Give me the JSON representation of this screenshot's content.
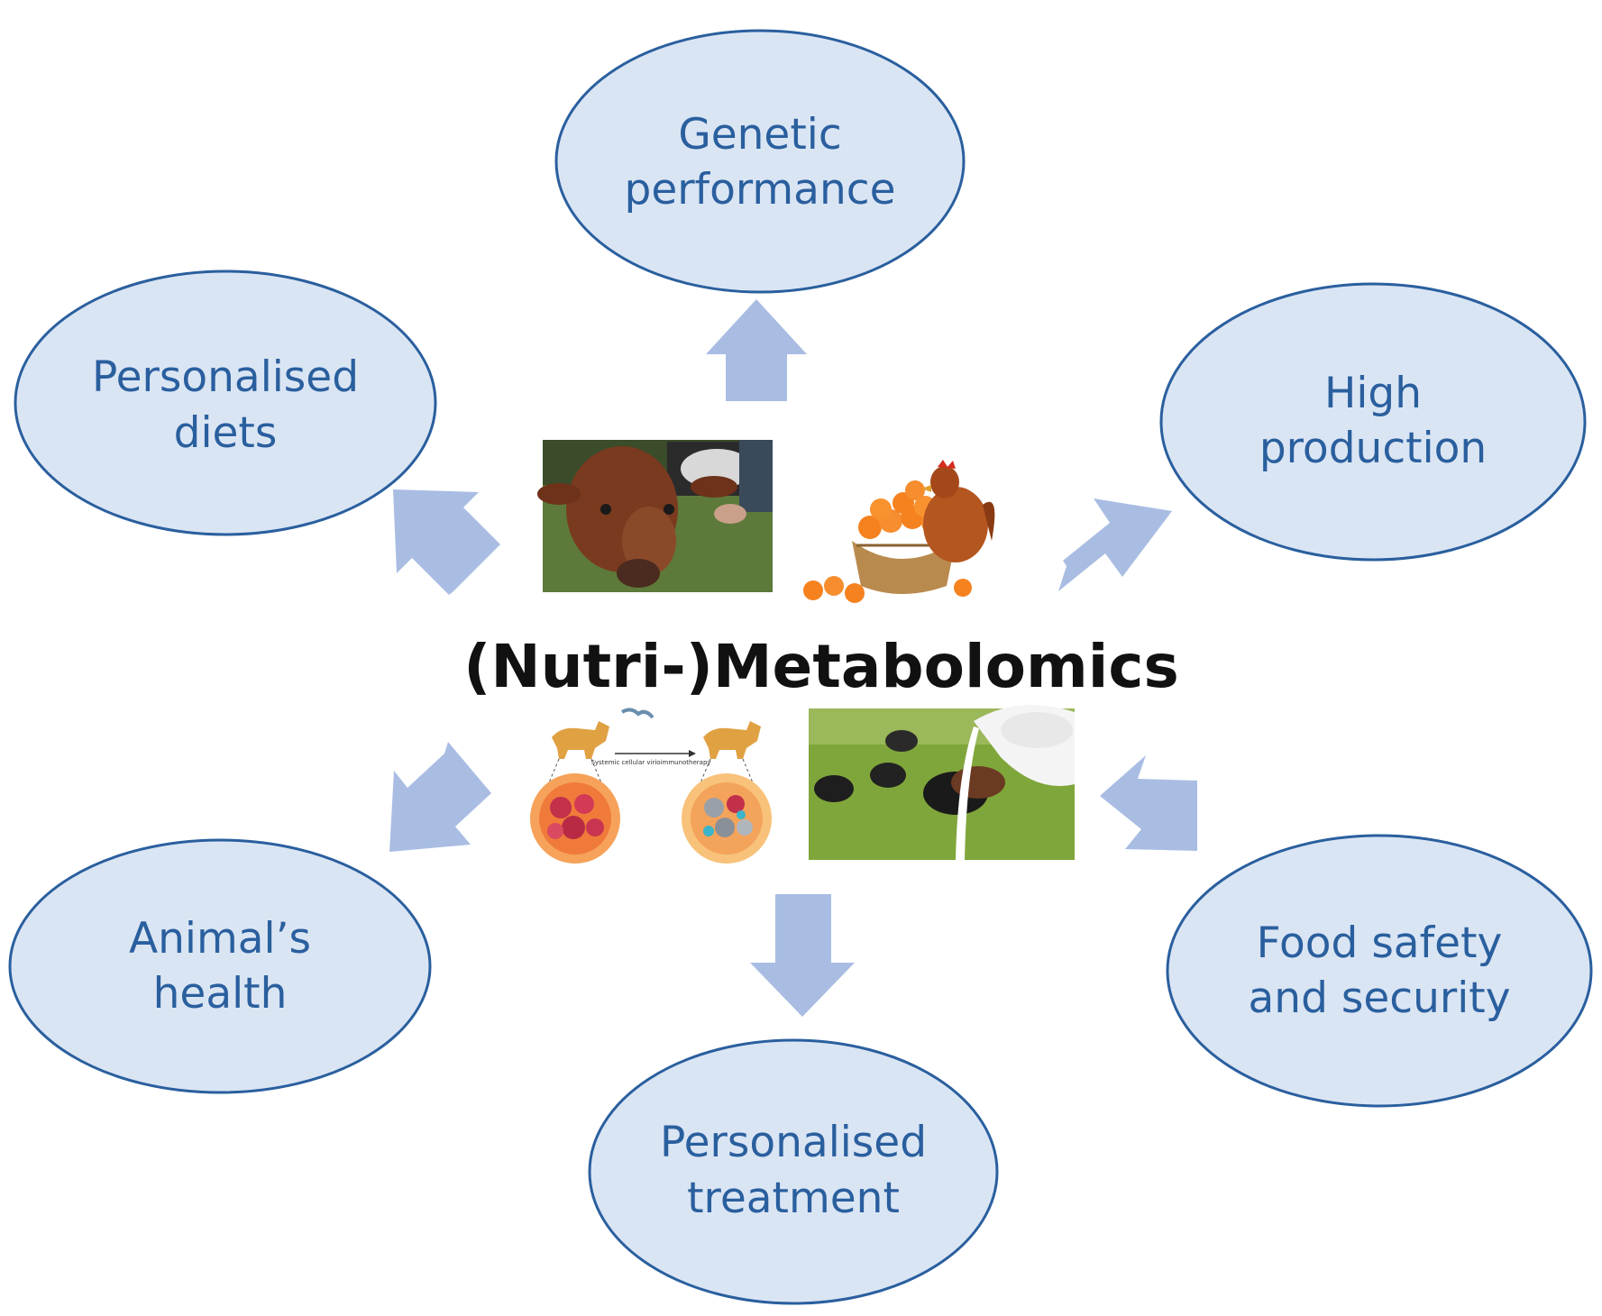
{
  "center": {
    "title": "(Nutri-)Metabolomics"
  },
  "nodes": {
    "genetic": {
      "line1": "Genetic",
      "line2": "performance"
    },
    "diets": {
      "line1": "Personalised",
      "line2": "diets"
    },
    "production": {
      "line1": "High",
      "line2": "production"
    },
    "health": {
      "line1": "Animal’s",
      "line2": "health"
    },
    "treatment": {
      "line1": "Personalised",
      "line2": "treatment"
    },
    "food": {
      "line1": "Food safety",
      "line2": "and security"
    }
  },
  "images": {
    "dog_caption": "Systemic cellular virioimmunotherapy"
  },
  "colors": {
    "ellipse_fill": "#dae5f4",
    "ellipse_stroke": "#2a5f9e",
    "label": "#2a5f9e",
    "arrow": "#a9bde3",
    "title": "#111111"
  }
}
